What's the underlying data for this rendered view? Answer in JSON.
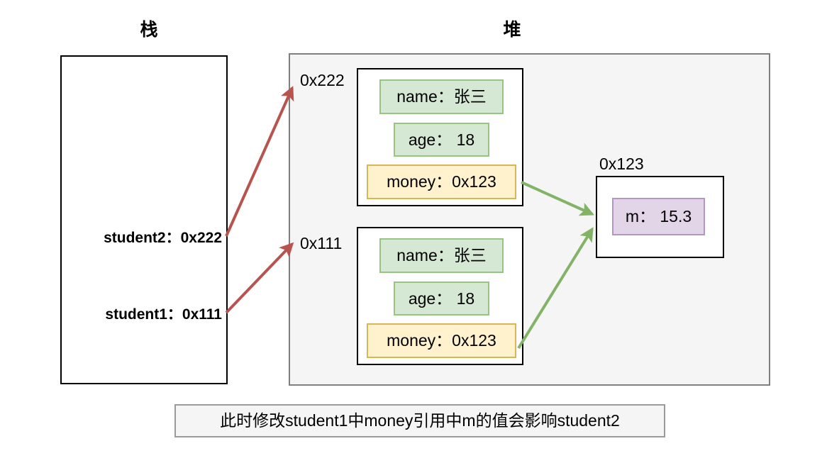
{
  "diagram": {
    "stack": {
      "title": "栈",
      "entries": [
        {
          "label": "student2：0x222"
        },
        {
          "label": "student1：0x111"
        }
      ]
    },
    "heap": {
      "title": "堆",
      "objects": [
        {
          "address": "0x222",
          "fields": [
            {
              "text": "name：张三",
              "style": "green"
            },
            {
              "text": "age： 18",
              "style": "green"
            },
            {
              "text": "money：0x123",
              "style": "yellow"
            }
          ]
        },
        {
          "address": "0x111",
          "fields": [
            {
              "text": "name：张三",
              "style": "green"
            },
            {
              "text": "age： 18",
              "style": "green"
            },
            {
              "text": "money：0x123",
              "style": "yellow"
            }
          ]
        }
      ],
      "shared_object": {
        "address": "0x123",
        "fields": [
          {
            "text": "m： 15.3",
            "style": "purple"
          }
        ]
      }
    },
    "caption": "此时修改student1中money引用中m的值会影响student2",
    "colors": {
      "stack_arrow": "#b85450",
      "heap_arrow": "#82b366",
      "green_fill": "#d5e8d4",
      "yellow_fill": "#fff2cc",
      "purple_fill": "#e1d5e7",
      "heap_bg": "#f5f5f5"
    }
  }
}
